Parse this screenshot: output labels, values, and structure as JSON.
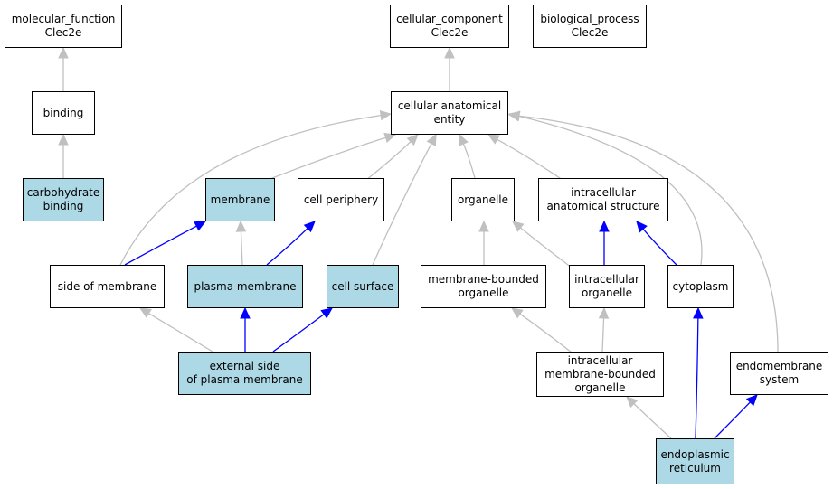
{
  "colors": {
    "highlight_fill": "#add8e6",
    "node_fill": "#ffffff",
    "node_border": "#000000",
    "edge_gray": "#c0c0c0",
    "edge_blue": "#0000ff"
  },
  "nodes": {
    "mf": {
      "label": "molecular_function\nClec2e",
      "highlighted": false
    },
    "cc": {
      "label": "cellular_component\nClec2e",
      "highlighted": false
    },
    "bp": {
      "label": "biological_process\nClec2e",
      "highlighted": false
    },
    "bind": {
      "label": "binding",
      "highlighted": false
    },
    "cae": {
      "label": "cellular anatomical\nentity",
      "highlighted": false
    },
    "cb": {
      "label": "carbohydrate\nbinding",
      "highlighted": true
    },
    "mem": {
      "label": "membrane",
      "highlighted": true
    },
    "cp": {
      "label": "cell periphery",
      "highlighted": false
    },
    "org": {
      "label": "organelle",
      "highlighted": false
    },
    "ias": {
      "label": "intracellular\nanatomical structure",
      "highlighted": false
    },
    "som": {
      "label": "side of membrane",
      "highlighted": false
    },
    "pm": {
      "label": "plasma membrane",
      "highlighted": true
    },
    "cs": {
      "label": "cell surface",
      "highlighted": true
    },
    "mbo": {
      "label": "membrane-bounded\norganelle",
      "highlighted": false
    },
    "io": {
      "label": "intracellular\norganelle",
      "highlighted": false
    },
    "cyto": {
      "label": "cytoplasm",
      "highlighted": false
    },
    "espm": {
      "label": "external side\nof plasma membrane",
      "highlighted": true
    },
    "imbo": {
      "label": "intracellular\nmembrane-bounded\norganelle",
      "highlighted": false
    },
    "ems": {
      "label": "endomembrane\nsystem",
      "highlighted": false
    },
    "er": {
      "label": "endoplasmic\nreticulum",
      "highlighted": true
    }
  },
  "edges": [
    {
      "from": "bind",
      "to": "mf",
      "color": "gray"
    },
    {
      "from": "cb",
      "to": "bind",
      "color": "gray"
    },
    {
      "from": "cae",
      "to": "cc",
      "color": "gray"
    },
    {
      "from": "mem",
      "to": "cae",
      "color": "gray"
    },
    {
      "from": "cp",
      "to": "cae",
      "color": "gray"
    },
    {
      "from": "org",
      "to": "cae",
      "color": "gray"
    },
    {
      "from": "ias",
      "to": "cae",
      "color": "gray"
    },
    {
      "from": "som",
      "to": "cae",
      "color": "gray"
    },
    {
      "from": "cs",
      "to": "cae",
      "color": "gray"
    },
    {
      "from": "cyto",
      "to": "cae",
      "color": "gray"
    },
    {
      "from": "ems",
      "to": "cae",
      "color": "gray"
    },
    {
      "from": "som",
      "to": "mem",
      "color": "blue"
    },
    {
      "from": "pm",
      "to": "mem",
      "color": "gray"
    },
    {
      "from": "pm",
      "to": "cp",
      "color": "blue"
    },
    {
      "from": "mbo",
      "to": "org",
      "color": "gray"
    },
    {
      "from": "io",
      "to": "org",
      "color": "gray"
    },
    {
      "from": "io",
      "to": "ias",
      "color": "blue"
    },
    {
      "from": "cyto",
      "to": "ias",
      "color": "blue"
    },
    {
      "from": "espm",
      "to": "som",
      "color": "gray"
    },
    {
      "from": "espm",
      "to": "pm",
      "color": "blue"
    },
    {
      "from": "espm",
      "to": "cs",
      "color": "blue"
    },
    {
      "from": "imbo",
      "to": "mbo",
      "color": "gray"
    },
    {
      "from": "imbo",
      "to": "io",
      "color": "gray"
    },
    {
      "from": "er",
      "to": "imbo",
      "color": "gray"
    },
    {
      "from": "er",
      "to": "cyto",
      "color": "blue"
    },
    {
      "from": "er",
      "to": "ems",
      "color": "blue"
    }
  ]
}
